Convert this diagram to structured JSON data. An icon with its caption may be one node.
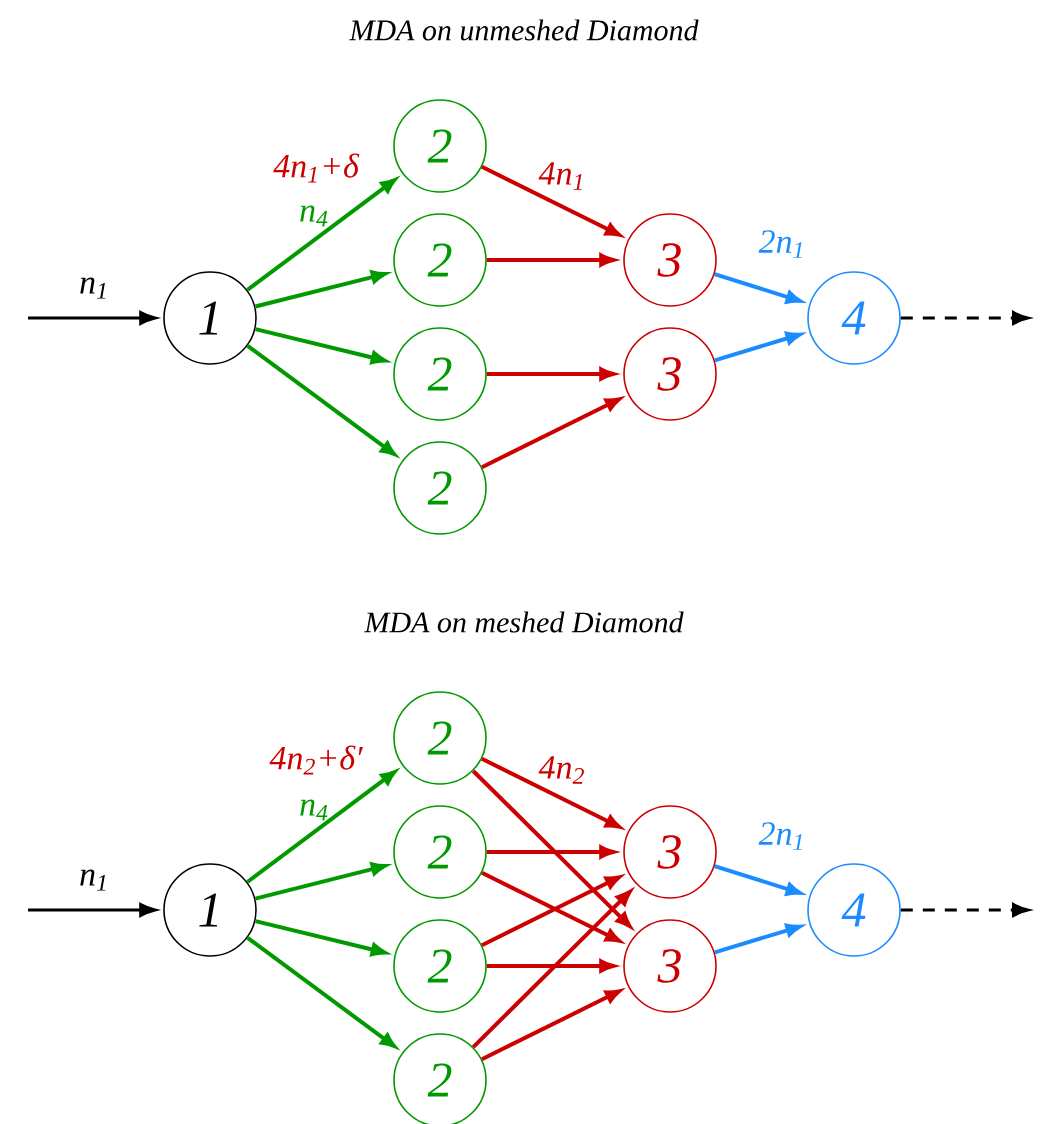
{
  "diagram": {
    "nodes": [
      {
        "text": [
          "1"
        ]
      },
      {
        "text": [
          "2"
        ]
      },
      {
        "text": [
          "2"
        ]
      },
      {
        "text": [
          "2"
        ]
      },
      {
        "text": [
          "2"
        ]
      },
      {
        "text": [
          "3"
        ]
      },
      {
        "text": [
          "3"
        ]
      },
      {
        "text": [
          "4"
        ]
      },
      {
        "text": [
          "1"
        ]
      },
      {
        "text": [
          "2"
        ]
      },
      {
        "text": [
          "2"
        ]
      },
      {
        "text": [
          "2"
        ]
      },
      {
        "text": [
          "2"
        ]
      },
      {
        "text": [
          "3"
        ]
      },
      {
        "text": [
          "3"
        ]
      },
      {
        "text": [
          "4"
        ]
      }
    ],
    "edges": [
      {
        "from": null,
        "to": 0,
        "arrow": "to",
        "label": "n$_{1}$",
        "color": "#000000"
      },
      {
        "from": 0,
        "to": 1,
        "arrow": "to",
        "label": "n$_{4}$",
        "color": "#009900"
      },
      {
        "from": 0,
        "to": 2,
        "arrow": "to",
        "color": "#009900"
      },
      {
        "from": 0,
        "to": 3,
        "arrow": "to",
        "color": "#009900"
      },
      {
        "from": 0,
        "to": 4,
        "arrow": "to",
        "color": "#009900"
      },
      {
        "from": 1,
        "to": 5,
        "arrow": "to",
        "label": "4n$_{1}$",
        "color": "#cc0000"
      },
      {
        "from": 2,
        "to": 5,
        "arrow": "to",
        "color": "#cc0000"
      },
      {
        "from": 3,
        "to": 6,
        "arrow": "to",
        "color": "#cc0000"
      },
      {
        "from": 4,
        "to": 6,
        "arrow": "to",
        "color": "#cc0000"
      },
      {
        "from": 5,
        "to": 7,
        "arrow": "to",
        "label": "2n$_{1}$",
        "color": "#1a8cff"
      },
      {
        "from": 6,
        "to": 7,
        "arrow": "to",
        "color": "#1a8cff"
      },
      {
        "from": 7,
        "to": null,
        "arrow": "to",
        "style": "dashed",
        "color": "#000000"
      },
      {
        "from": null,
        "to": 8,
        "arrow": "to",
        "label": "n$_{1}$",
        "color": "#000000"
      },
      {
        "from": 8,
        "to": 9,
        "arrow": "to",
        "label": "n$_{4}$",
        "color": "#009900"
      },
      {
        "from": 8,
        "to": 10,
        "arrow": "to",
        "color": "#009900"
      },
      {
        "from": 8,
        "to": 11,
        "arrow": "to",
        "color": "#009900"
      },
      {
        "from": 8,
        "to": 12,
        "arrow": "to",
        "color": "#009900"
      },
      {
        "from": 9,
        "to": 13,
        "arrow": "to",
        "label": "4n$_{2}$",
        "color": "#cc0000"
      },
      {
        "from": 9,
        "to": 14,
        "arrow": "to",
        "color": "#cc0000"
      },
      {
        "from": 10,
        "to": 13,
        "arrow": "to",
        "color": "#cc0000"
      },
      {
        "from": 10,
        "to": 14,
        "arrow": "to",
        "color": "#cc0000"
      },
      {
        "from": 11,
        "to": 13,
        "arrow": "to",
        "color": "#cc0000"
      },
      {
        "from": 11,
        "to": 14,
        "arrow": "to",
        "color": "#cc0000"
      },
      {
        "from": 12,
        "to": 13,
        "arrow": "to",
        "color": "#cc0000"
      },
      {
        "from": 12,
        "to": 14,
        "arrow": "to",
        "color": "#cc0000"
      },
      {
        "from": 13,
        "to": 15,
        "arrow": "to",
        "label": "2n$_{1}$",
        "color": "#1a8cff"
      },
      {
        "from": 14,
        "to": 15,
        "arrow": "to",
        "color": "#1a8cff"
      },
      {
        "from": 15,
        "to": null,
        "arrow": "to",
        "style": "dashed",
        "color": "#000000"
      }
    ],
    "labels": [
      "MDA on unmeshed Diamond",
      "4n$_{1}$+δ",
      "MDA on meshed Diamond",
      "4n$_{2}$+δ′"
    ]
  }
}
